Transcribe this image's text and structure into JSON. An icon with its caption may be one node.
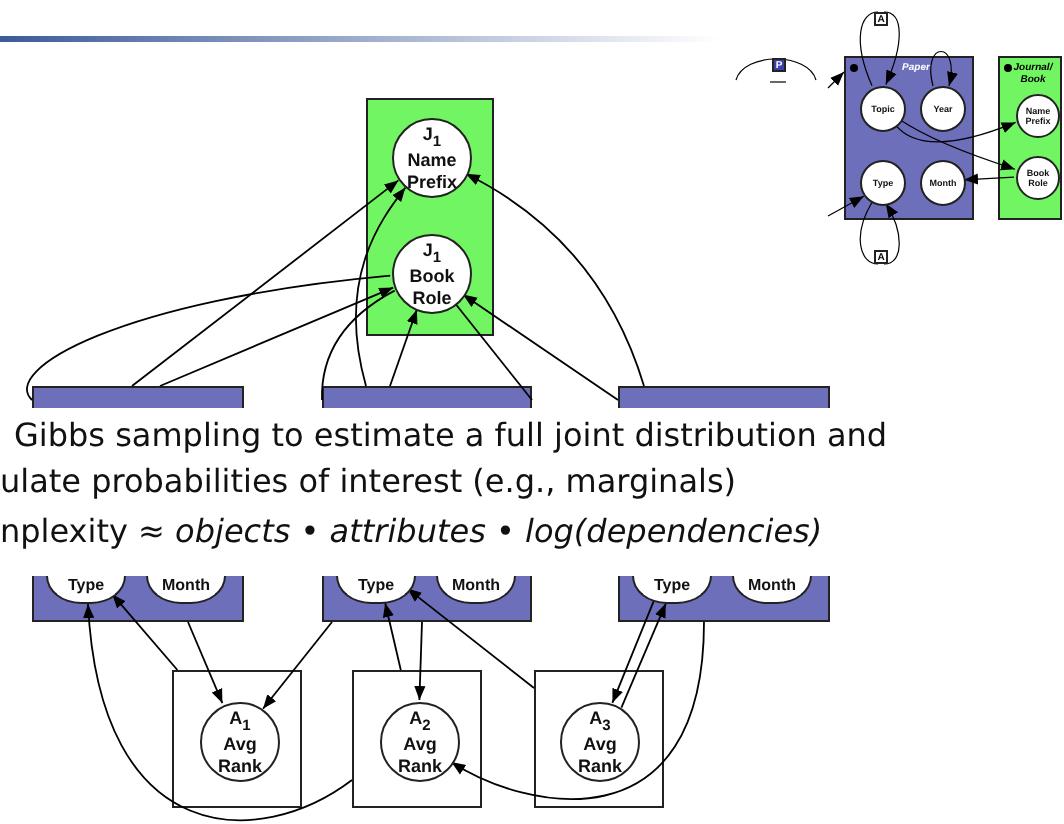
{
  "diagram": {
    "nodes": [
      {
        "text": [],
        "shape": "box"
      },
      {
        "text": [
          "J$_{1}$ Name Prefix"
        ],
        "in": 0
      },
      {
        "text": [
          "J$_{1}$ Book Role"
        ],
        "in": 0
      },
      {
        "text": [],
        "shape": "box"
      },
      {
        "text": [],
        "shape": "box"
      },
      {
        "text": [],
        "shape": "box"
      },
      {
        "text": [
          "Type"
        ],
        "in": 3
      },
      {
        "text": [
          "Month"
        ],
        "in": 3
      },
      {
        "text": [
          "Type"
        ],
        "in": 4
      },
      {
        "text": [
          "Month"
        ],
        "in": 4
      },
      {
        "text": [
          "Type"
        ],
        "in": 5
      },
      {
        "text": [
          "Month"
        ],
        "in": 5
      },
      {
        "text": [],
        "shape": "box"
      },
      {
        "text": [],
        "shape": "box"
      },
      {
        "text": [],
        "shape": "box"
      },
      {
        "text": [
          "A$_{1}$ Avg Rank"
        ],
        "in": 12
      },
      {
        "text": [
          "A$_{2}$ Avg Rank"
        ],
        "in": 13
      },
      {
        "text": [
          "A$_{3}$ Avg Rank"
        ],
        "in": 14
      },
      {
        "text": [
          "Paper"
        ]
      },
      {
        "text": [
          "Topic"
        ],
        "in": 18
      },
      {
        "text": [
          "Year"
        ],
        "in": 18
      },
      {
        "text": [
          "Type"
        ],
        "in": 18
      },
      {
        "text": [
          "Month"
        ],
        "in": 18
      },
      {
        "text": [
          "Journal/ Book"
        ]
      },
      {
        "text": [
          "Name Prefix"
        ],
        "in": 23
      },
      {
        "text": [
          "Book Role"
        ],
        "in": 23
      },
      {
        "text": [
          "A"
        ]
      },
      {
        "text": [
          "A"
        ]
      },
      {
        "text": [
          "P"
        ]
      }
    ],
    "edges": [
      {
        "from": 3,
        "to": 1,
        "arrow": "to"
      },
      {
        "from": 3,
        "to": 2,
        "arrow": "to"
      },
      {
        "from": 2,
        "to": 3,
        "arrow": "none"
      },
      {
        "from": 4,
        "to": 1,
        "arrow": "to"
      },
      {
        "from": 4,
        "to": 2,
        "arrow": "to"
      },
      {
        "from": 2,
        "to": 4,
        "arrow": "none"
      },
      {
        "from": 2,
        "to": 4,
        "arrow": "none"
      },
      {
        "from": 5,
        "to": 2,
        "arrow": "to"
      },
      {
        "from": 5,
        "to": 1,
        "arrow": "to"
      },
      {
        "from": 12,
        "to": 6,
        "arrow": "to"
      },
      {
        "from": 3,
        "to": 15,
        "arrow": "to"
      },
      {
        "from": 4,
        "to": 15,
        "arrow": "to"
      },
      {
        "from": 13,
        "to": 8,
        "arrow": "to"
      },
      {
        "from": 4,
        "to": 16,
        "arrow": "to"
      },
      {
        "from": 14,
        "to": 8,
        "arrow": "to"
      },
      {
        "from": 10,
        "to": 17,
        "arrow": "to"
      },
      {
        "from": 17,
        "to": 10,
        "arrow": "to"
      },
      {
        "from": 5,
        "to": 16,
        "arrow": "to"
      },
      {
        "from": 13,
        "to": 6,
        "arrow": "to"
      },
      {
        "from": 19,
        "to": 24,
        "arrow": "to"
      },
      {
        "from": 19,
        "to": 25,
        "arrow": "to"
      },
      {
        "from": 25,
        "to": 22,
        "arrow": "to"
      },
      {
        "from": 20,
        "to": 20,
        "arrow": "to"
      },
      {
        "from": 19,
        "to": 26,
        "arrow": "none"
      },
      {
        "from": 26,
        "to": 19,
        "arrow": "to"
      },
      {
        "from": 21,
        "to": 27,
        "arrow": "none"
      },
      {
        "from": 27,
        "to": 21,
        "arrow": "to"
      },
      {
        "from": null,
        "to": 18,
        "arrow": "to"
      },
      {
        "from": null,
        "to": 21,
        "arrow": "to"
      }
    ],
    "labels": [
      "Gibbs sampling to estimate a full joint distribution and",
      "ulate probabilities of interest (e.g., marginals)",
      "nplexity ≈ *objects* • *attributes* • *log(dependencies)*"
    ]
  }
}
